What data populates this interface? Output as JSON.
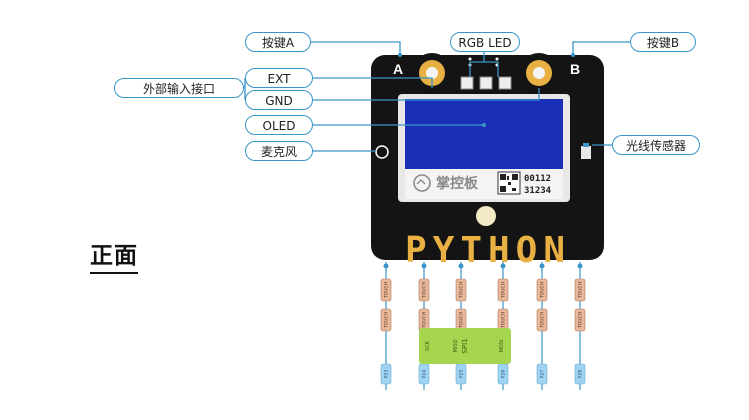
{
  "callouts": {
    "button_a": "按键A",
    "rgb_led": "RGB LED",
    "button_b": "按键B",
    "ext_group": "外部输入接口",
    "ext": "EXT",
    "gnd": "GND",
    "oled": "OLED",
    "mic": "麦克风",
    "light_sensor": "光线传感器"
  },
  "board": {
    "label_a": "A",
    "label_b": "B",
    "brand": "掌控板",
    "serial_1": "00112",
    "serial_2": "31234",
    "python_text": "PYTHON"
  },
  "page_label": "正面",
  "pins": {
    "touch": "TOUCH",
    "spi_label": "SPI1",
    "sck": "SCK",
    "miso": "MISO",
    "mosi": "MOSI",
    "io": [
      "P23",
      "P24",
      "P25",
      "P26",
      "P27",
      "P28"
    ]
  },
  "colors": {
    "board": "#141414",
    "gold": "#e9b043",
    "callout_border": "#3a96c8",
    "leader_line": "#3a96c8",
    "oled_screen": "#1a2fb8",
    "spi_green": "#a6d650",
    "touch_orange": "#e8b89a",
    "io_blue": "#9fd3f2"
  }
}
